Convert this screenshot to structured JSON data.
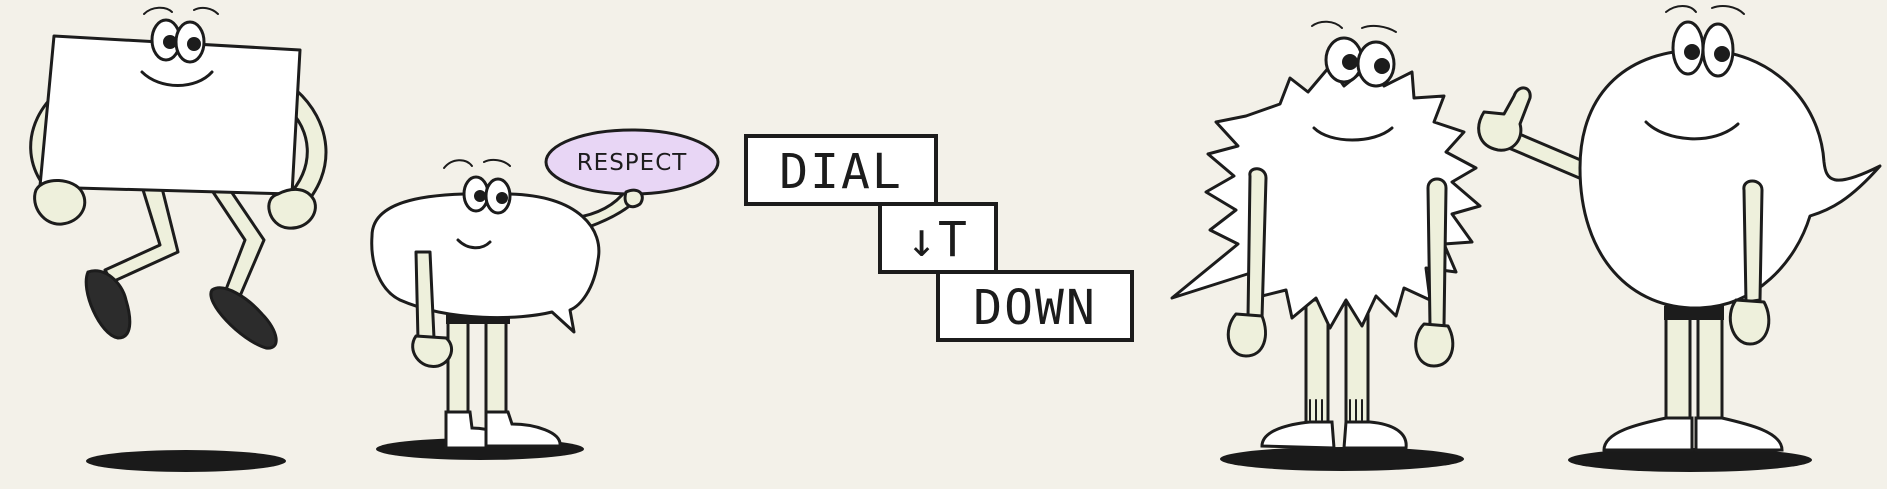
{
  "sign": {
    "line1": "DIAL",
    "line2": "↓T",
    "line3": "DOWN"
  },
  "speech_bubble": {
    "label": "RESPECT",
    "color": "#e8d6f5"
  },
  "colors": {
    "background": "#f3f1e9",
    "limb_fill": "#eef0dc",
    "ink": "#1c1c1c"
  }
}
